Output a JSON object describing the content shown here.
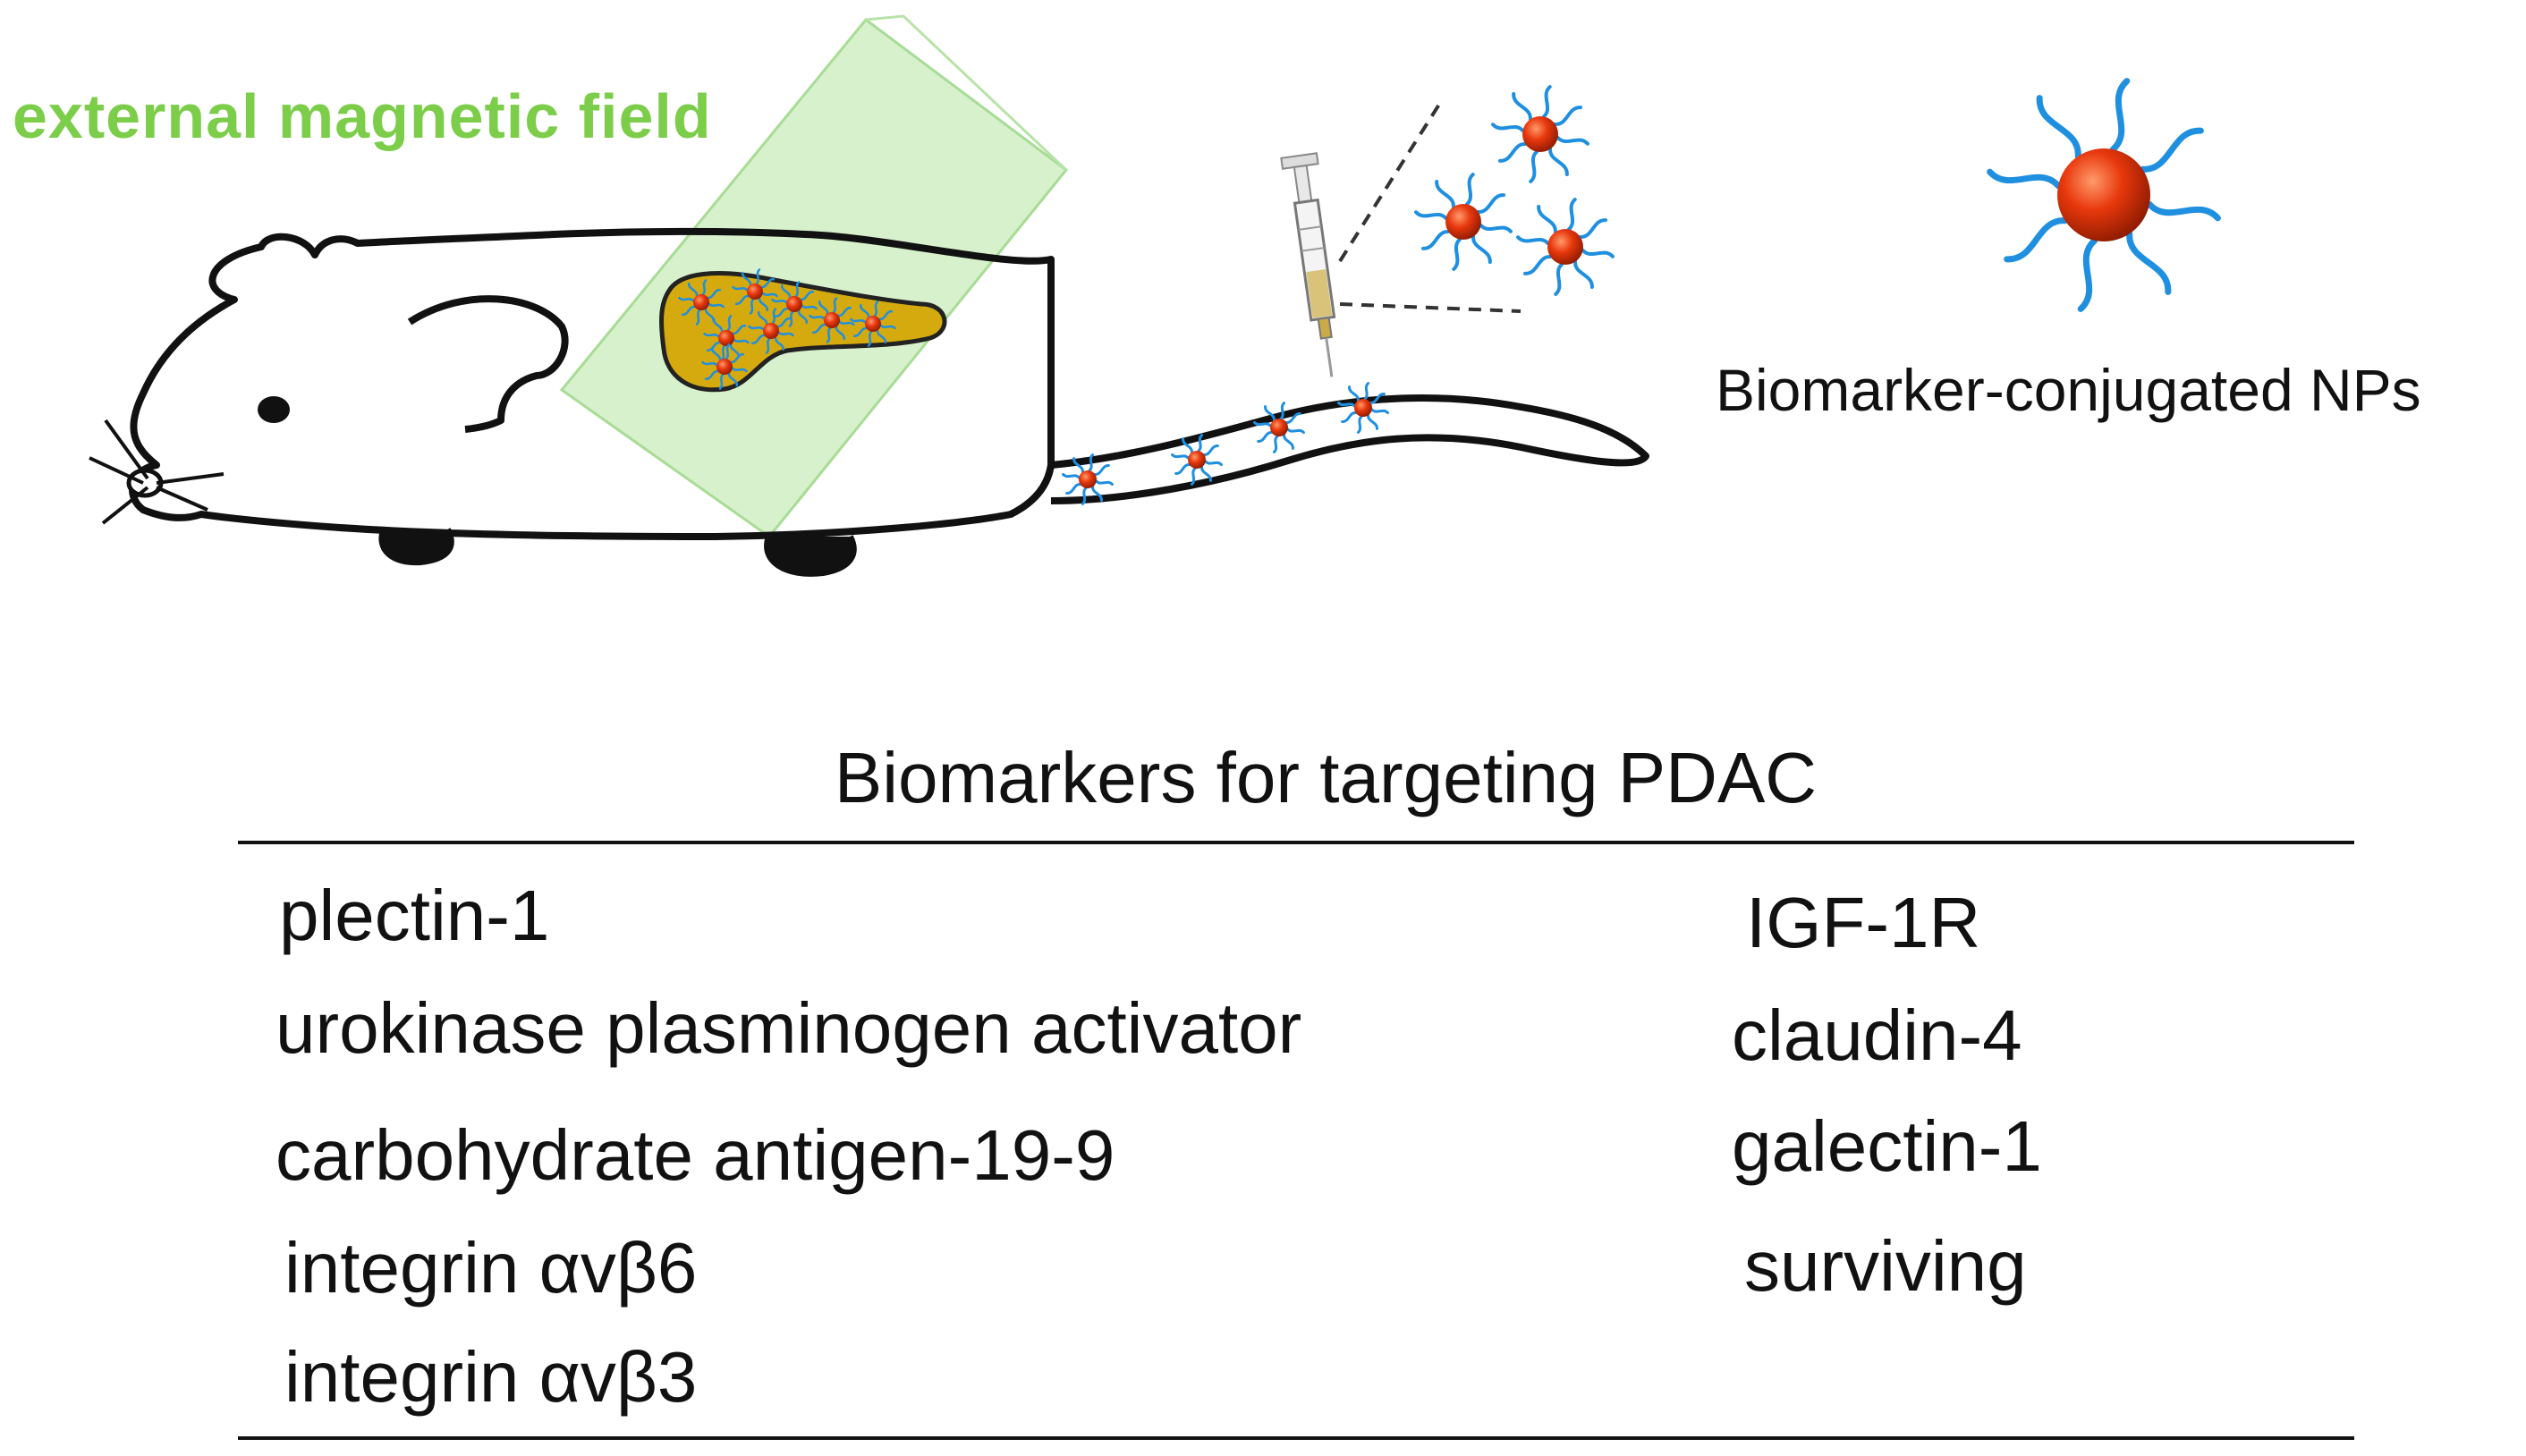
{
  "labels": {
    "magnetic_field": "external magnetic field",
    "np_caption": "Biomarker-conjugated NPs"
  },
  "table": {
    "title": "Biomarkers for targeting PDAC",
    "left_column": [
      "plectin-1",
      "urokinase plasminogen activator",
      "carbohydrate antigen-19-9",
      "integrin αvβ6",
      "integrin αvβ3"
    ],
    "right_column": [
      "IGF-1R",
      "claudin-4",
      "galectin-1",
      "surviving"
    ]
  },
  "colors": {
    "magnetic_field": "#7ccd4a",
    "field_beam": "#cdeec0",
    "tumor": "#d4aa0f",
    "nanoparticle_core": "#e8380d",
    "ligand": "#1f8fe0"
  }
}
